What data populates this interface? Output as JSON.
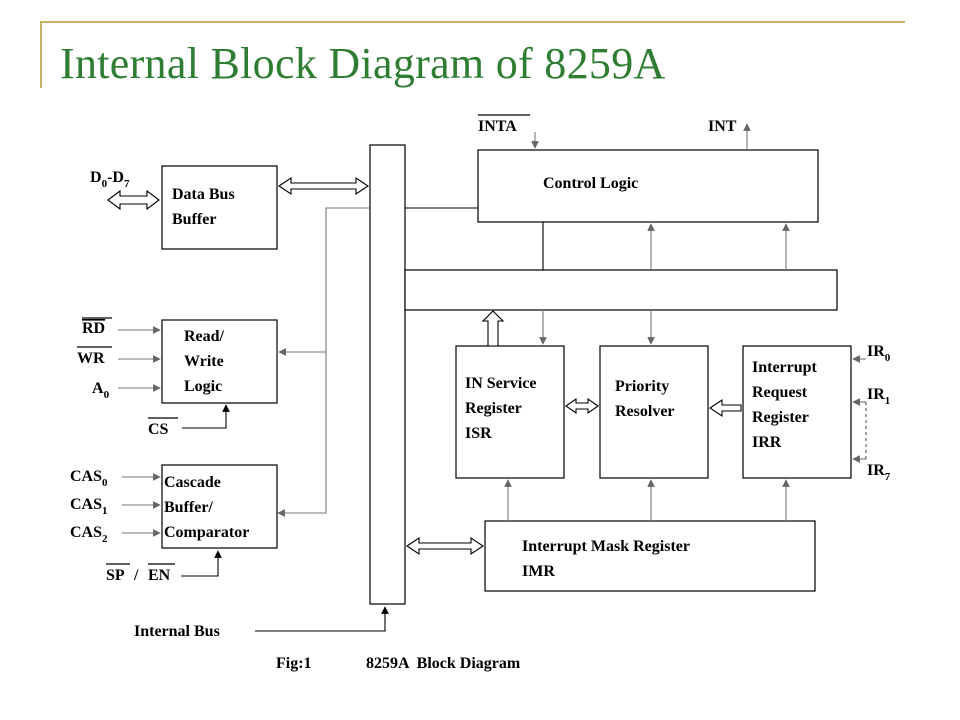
{
  "slide": {
    "title": "Internal Block Diagram of 8259A"
  },
  "diagram": {
    "blocks": {
      "data_bus_buffer": [
        "Data Bus",
        "Buffer"
      ],
      "read_write_logic": [
        "Read/",
        "Write",
        "Logic"
      ],
      "cascade_buffer": [
        "Cascade",
        "Buffer/",
        "Comparator"
      ],
      "control_logic": [
        "Control Logic"
      ],
      "isr": [
        "IN Service",
        "Register",
        "ISR"
      ],
      "priority_resolver": [
        "Priority",
        "Resolver"
      ],
      "irr": [
        "Interrupt",
        "Request",
        "Register",
        "IRR"
      ],
      "imr": [
        "Interrupt Mask Register",
        "IMR"
      ]
    },
    "pins": {
      "d0_d7": {
        "main": "D",
        "sub1": "0",
        "mid": "-D",
        "sub2": "7"
      },
      "rd": "RD",
      "wr": "WR",
      "a0": {
        "main": "A",
        "sub": "0"
      },
      "cs": "CS",
      "cas0": {
        "main": "CAS",
        "sub": "0"
      },
      "cas1": {
        "main": "CAS",
        "sub": "1"
      },
      "cas2": {
        "main": "CAS",
        "sub": "2"
      },
      "sp": "SP",
      "slash": "/",
      "en": "EN",
      "inta": "INTA",
      "int": "INT",
      "ir0": {
        "main": "IR",
        "sub": "0"
      },
      "ir1": {
        "main": "IR",
        "sub": "1"
      },
      "ir7": {
        "main": "IR",
        "sub": "7"
      }
    },
    "internal_bus_label": "Internal Bus",
    "caption": {
      "fig": "Fig:1",
      "text": "8259A  Block Diagram"
    }
  }
}
